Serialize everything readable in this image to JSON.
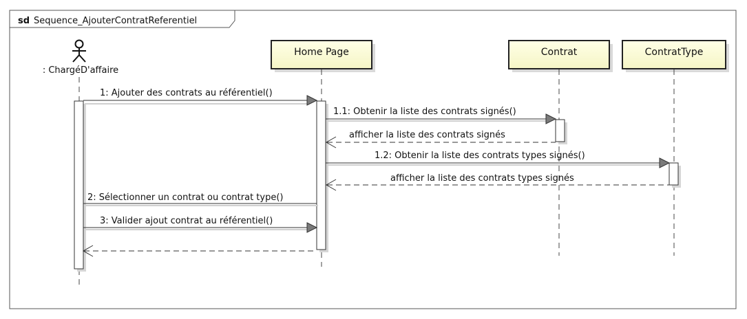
{
  "frame": {
    "keyword": "sd",
    "name": "Sequence_AjouterContratReferentiel"
  },
  "actor": {
    "label": ": ChargéD'affaire"
  },
  "lifelines": {
    "home": "Home Page",
    "contrat": "Contrat",
    "type": "ContratType"
  },
  "messages": {
    "m1": "1: Ajouter des contrats au référentiel()",
    "m11": "1.1: Obtenir la liste des contrats signés()",
    "r11": "afficher la liste des contrats signés",
    "m12": "1.2: Obtenir la liste des contrats types signés()",
    "r12": "afficher la liste des contrats types signés",
    "m2": "2: Sélectionner un contrat ou contrat type()",
    "m3": "3: Valider ajout contrat au référentiel()",
    "r3": ""
  },
  "colors": {
    "box_fill": "#ffffdd",
    "box_fill_gradient_end": "#f7f7c8",
    "line": "#333333",
    "shadow": "#cfcfcf",
    "arrow_fill": "#777777"
  }
}
